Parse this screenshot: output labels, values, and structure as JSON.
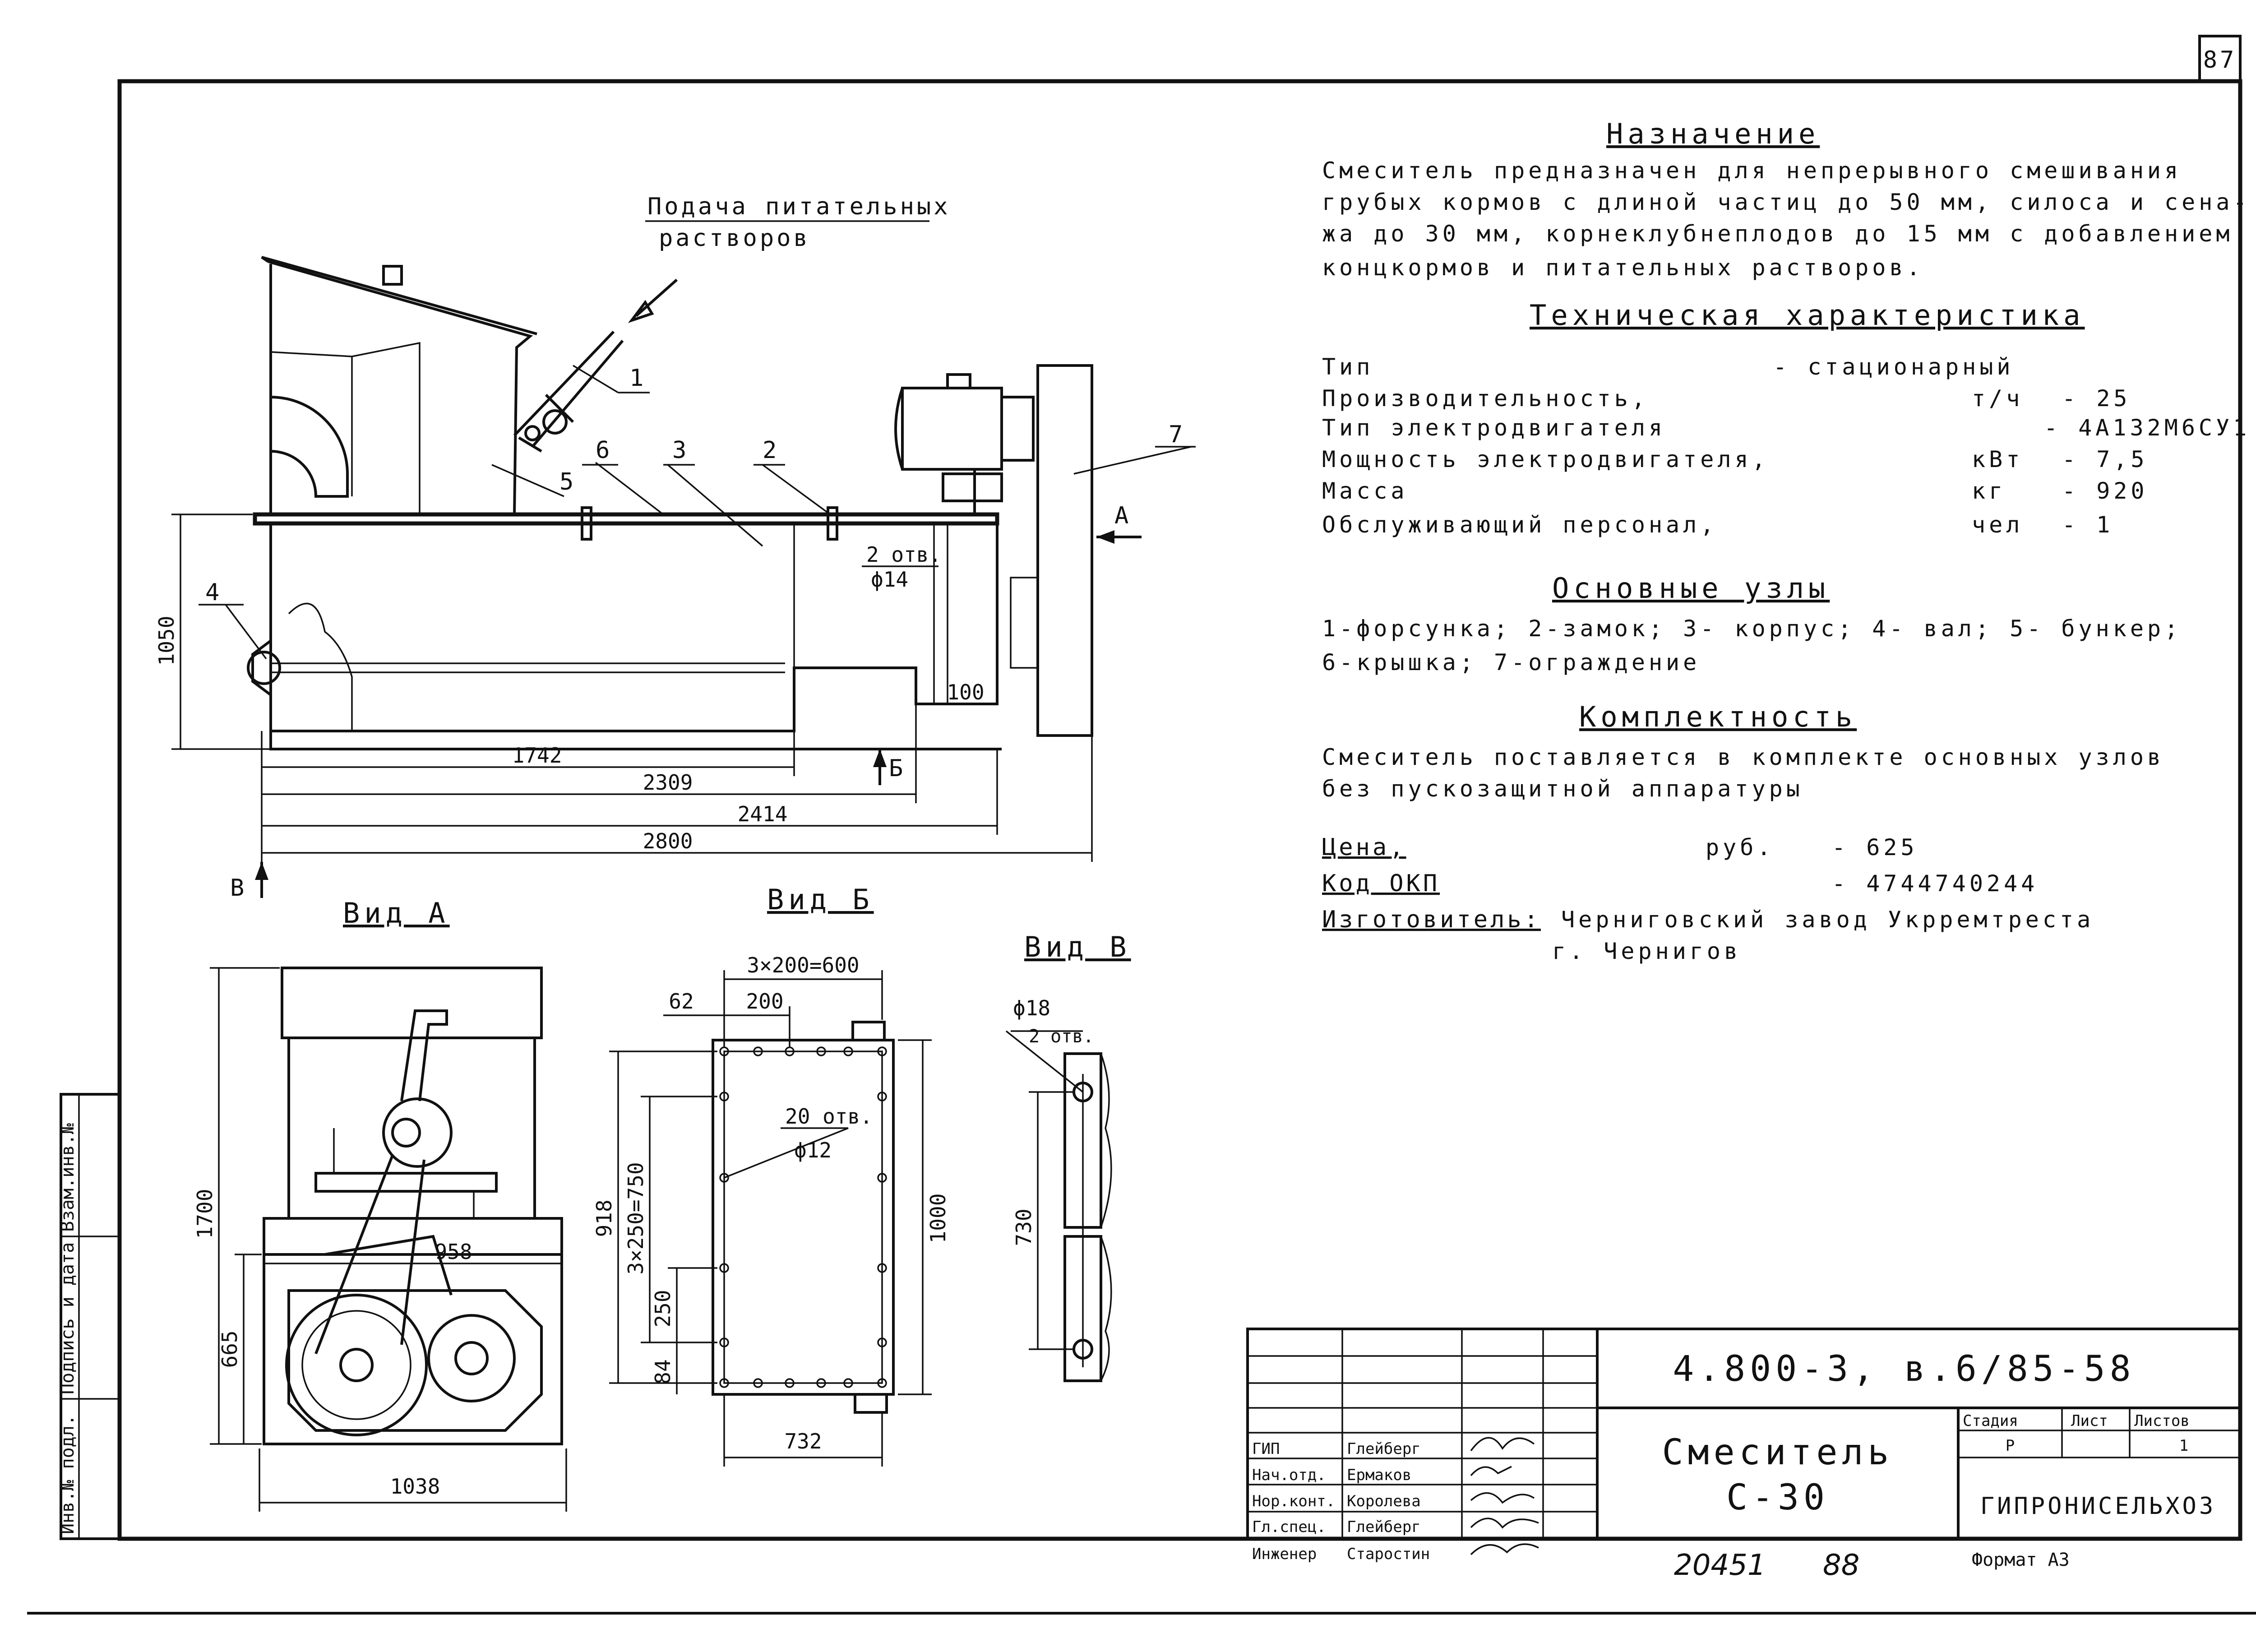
{
  "sheet_number": "87",
  "purpose": {
    "title": "Назначение",
    "lines": [
      "Смеситель предназначен для непрерывного смешивания",
      "грубых кормов с длиной частиц до 50 мм, силоса и сена-",
      "жа до 30 мм, корнеклубнеплодов до 15 мм с добавлением",
      "концкормов и питательных растворов."
    ]
  },
  "specs": {
    "title": "Техническая характеристика",
    "rows": [
      {
        "label": "Тип",
        "unit": "",
        "value": "- стационарный"
      },
      {
        "label": "Производительность,",
        "unit": "т/ч",
        "value": "- 25"
      },
      {
        "label": "Тип электродвигателя",
        "unit": "",
        "value": "- 4А132М6СУ1"
      },
      {
        "label": "Мощность электродвигателя,",
        "unit": "кВт",
        "value": "- 7,5"
      },
      {
        "label": "Масса",
        "unit": "кг",
        "value": "- 920"
      },
      {
        "label": "Обслуживающий персонал,",
        "unit": "чел",
        "value": "- 1"
      }
    ]
  },
  "units": {
    "title": "Основные узлы",
    "lines": [
      "1-форсунка; 2-замок; 3- корпус; 4- вал; 5- бункер;",
      "6-крышка; 7-ограждение"
    ]
  },
  "completeness": {
    "title": "Комплектность",
    "lines": [
      "Смеситель поставляется в комплекте основных узлов",
      "без пускозащитной аппаратуры"
    ]
  },
  "price": {
    "label": "Цена,",
    "unit": "руб.",
    "value": "- 625"
  },
  "okp": {
    "label": "Код ОКП",
    "value": "- 4744740244"
  },
  "maker": {
    "label": "Изготовитель:",
    "line1": "Черниговский завод Укрремтреста",
    "line2": "г. Чернигов"
  },
  "main_view": {
    "feed_label_1": "Подача питательных",
    "feed_label_2": "растворов",
    "callouts": [
      "1",
      "2",
      "3",
      "4",
      "5",
      "6",
      "7"
    ],
    "section_a": "А",
    "section_b": "Б",
    "section_v": "В",
    "dim_height": "1050",
    "dim_1742": "1742",
    "dim_2309": "2309",
    "dim_2414": "2414",
    "dim_2800": "2800",
    "dim_100": "100",
    "holes_label_1": "2 отв.",
    "holes_label_2": "ϕ14"
  },
  "view_a": {
    "title": "Вид А",
    "dim_1700": "1700",
    "dim_958": "958",
    "dim_665": "665",
    "dim_1038": "1038"
  },
  "view_b": {
    "title": "Вид Б",
    "dim_top": "3×200=600",
    "dim_62": "62",
    "dim_200": "200",
    "holes_1": "20 отв.",
    "holes_2": "ϕ12",
    "dim_918": "918",
    "dim_750": "3×250=750",
    "dim_250": "250",
    "dim_84": "84",
    "dim_1000": "1000",
    "dim_732": "732"
  },
  "view_v": {
    "title": "Вид В",
    "holes_1": "ϕ18",
    "holes_2": "2 отв.",
    "dim_730": "730"
  },
  "margin_stamp": [
    "Инв.№ подл.",
    "Подпись и дата",
    "Взам.инв.№"
  ],
  "title_block": {
    "code": "4.800-3, в.6/85-58",
    "name_1": "Смеситель",
    "name_2": "С-30",
    "roles": [
      "ГИП",
      "Нач.отд.",
      "Нор.конт.",
      "Гл.спец.",
      "Инженер"
    ],
    "names": [
      "Глейберг",
      "Ермаков",
      "Королева",
      "Глейберг",
      "Старостин"
    ],
    "stage_header": "Стадия",
    "sheet_header": "Лист",
    "sheets_header": "Листов",
    "stage": "Р",
    "sheets": "1",
    "org": "ГИПРОНИСЕЛЬХОЗ",
    "format": "Формат А3"
  },
  "footer": {
    "num_1": "20451",
    "num_2": "88"
  }
}
